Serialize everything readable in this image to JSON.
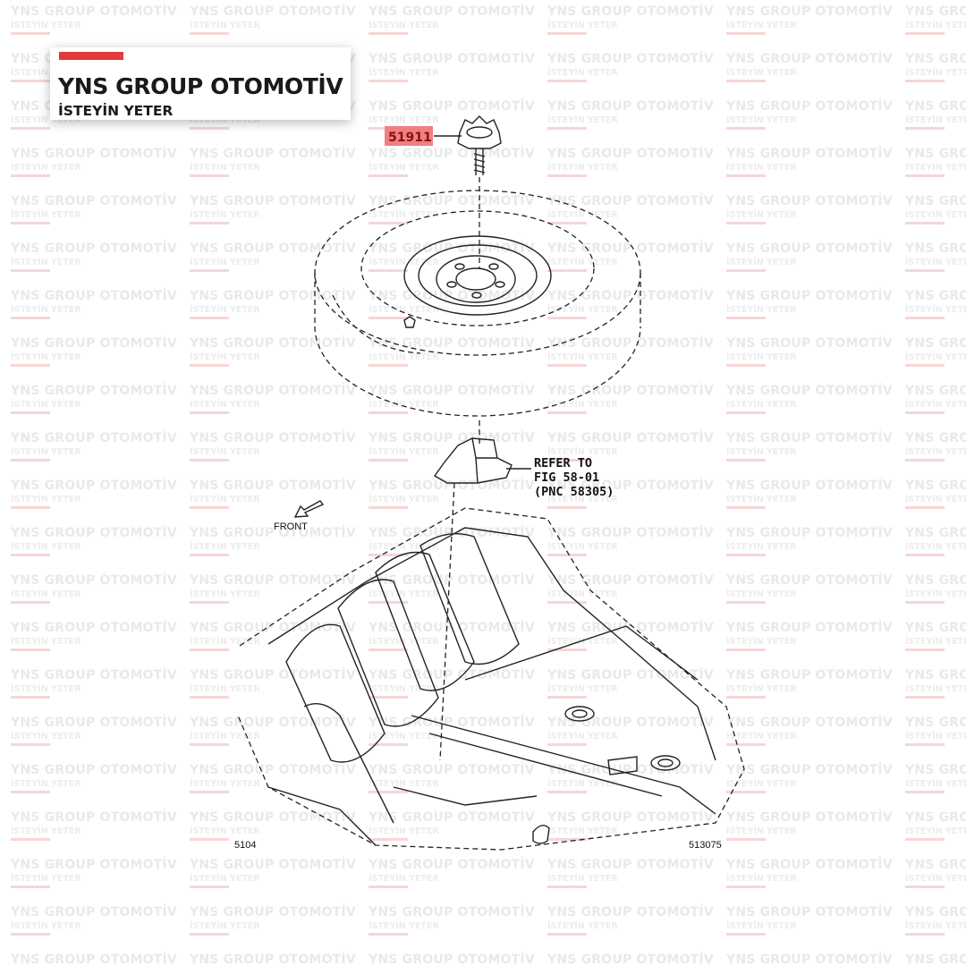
{
  "watermark": {
    "title": "YNS GROUP OTOMOTİV",
    "subtitle": "İSTEYİN YETER"
  },
  "brand": {
    "title": "YNS GROUP OTOMOTİV",
    "subtitle": "İSTEYİN YETER",
    "accent_color": "#e03a3a"
  },
  "diagram": {
    "part_callout": "51911",
    "callout_color": "#f08080",
    "refer_line1": "REFER TO",
    "refer_line2": "FIG 58-01",
    "refer_line3": "(PNC 58305)",
    "front_label": "FRONT",
    "figure_left": "5104",
    "figure_right": "513075"
  }
}
